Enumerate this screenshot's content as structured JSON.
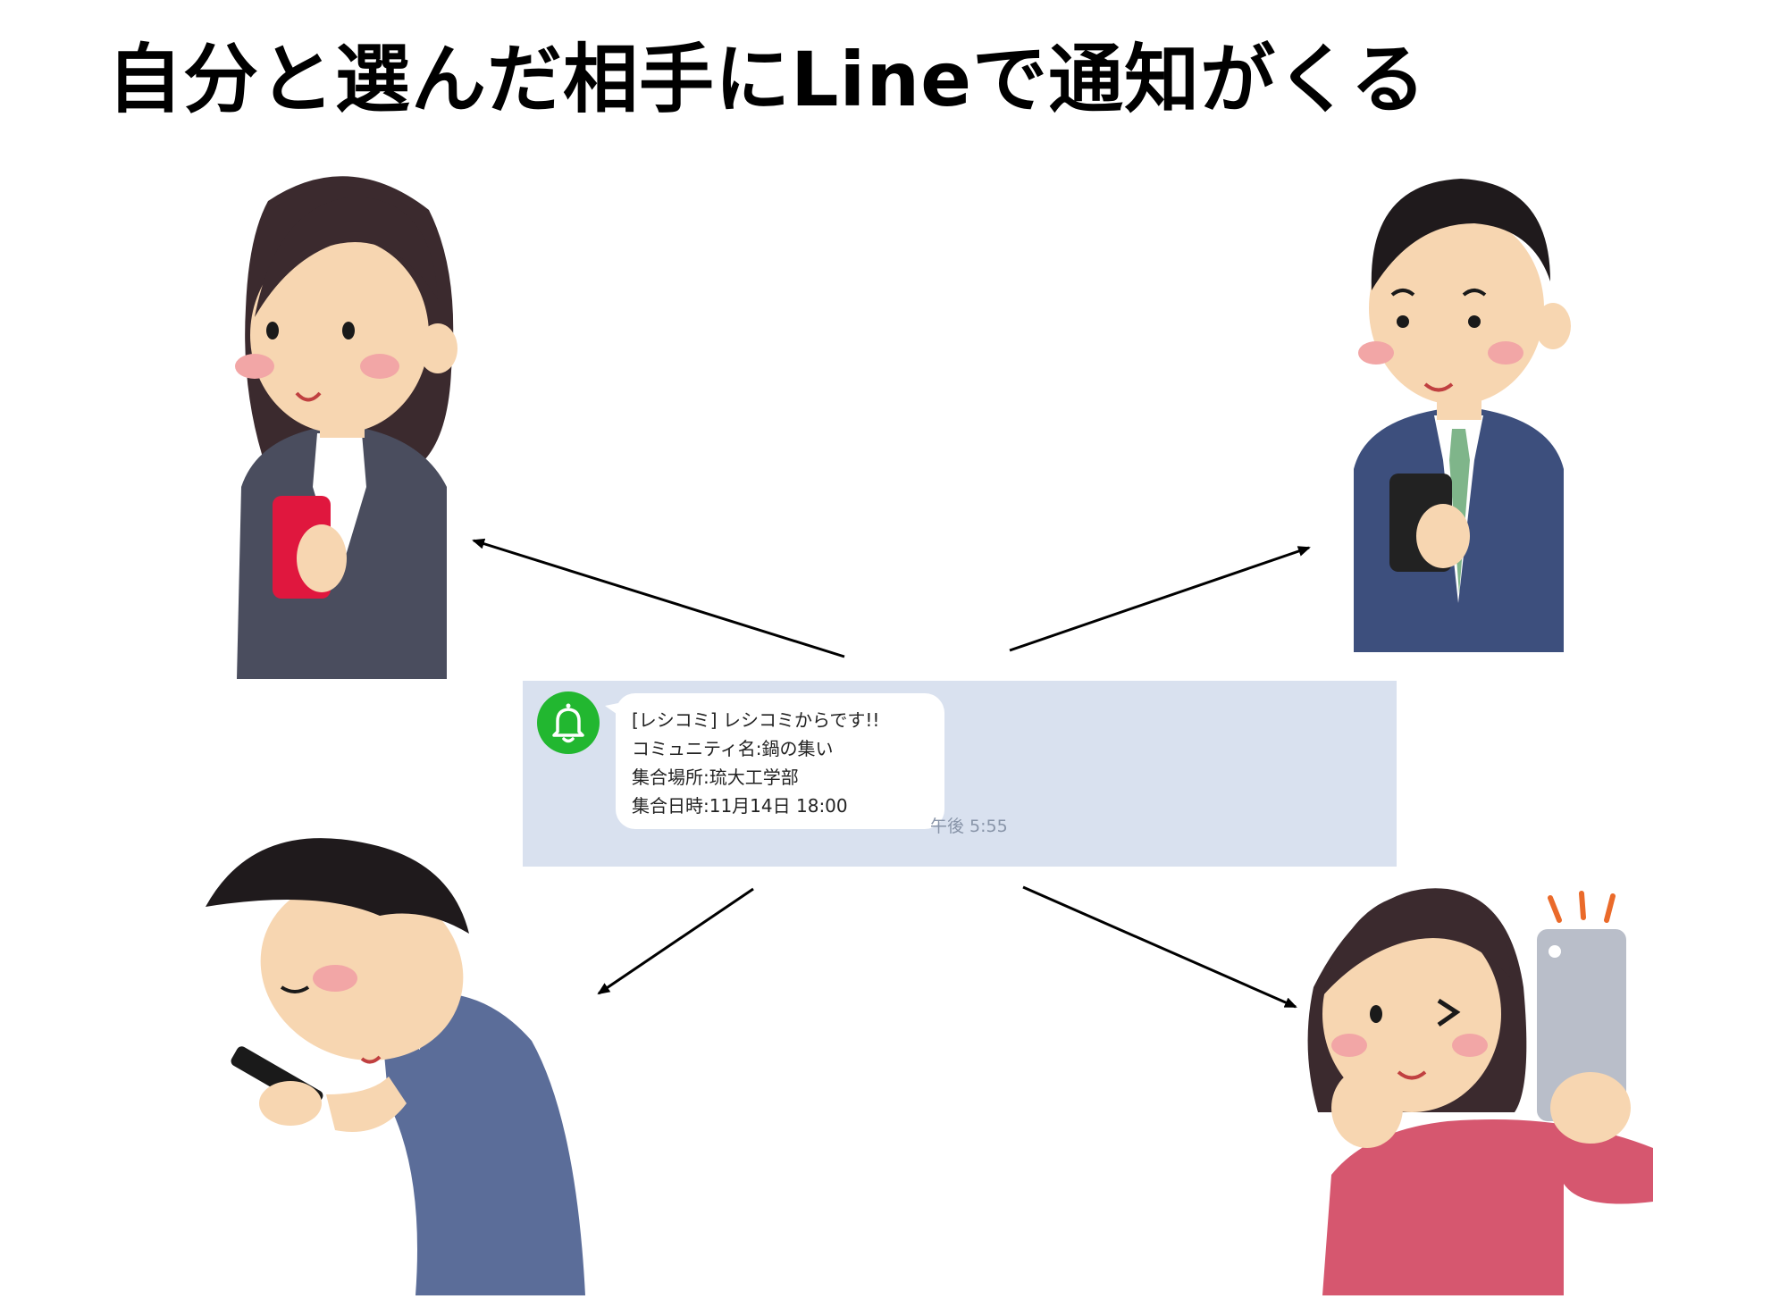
{
  "title": "自分と選んだ相手にLineで通知がくる",
  "notification": {
    "icon": "bell-icon",
    "accent_color": "#22b730",
    "lines": [
      "[レシコミ] レシコミからです!!",
      "コミュニティ名:鍋の集い",
      "集合場所:琉大工学部",
      "集合日時:11月14日 18:00"
    ],
    "time": "午後 5:55"
  },
  "figures": [
    {
      "id": "woman-red-phone",
      "phone_color": "#e0173e"
    },
    {
      "id": "man-suit-phone",
      "phone_color": "#222222"
    },
    {
      "id": "man-bent-phone",
      "phone_color": "#1a1a1a"
    },
    {
      "id": "woman-wink-phone",
      "phone_color": "#b9bec9"
    }
  ]
}
